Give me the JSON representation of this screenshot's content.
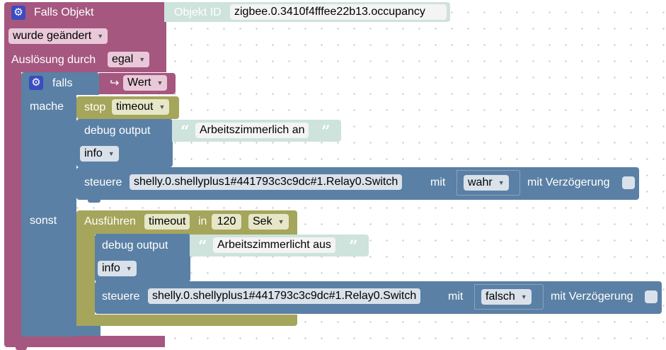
{
  "trigger": {
    "title": "Falls Objekt",
    "object_id_label": "Objekt ID",
    "object_id_value": "zigbee.0.3410f4fffee22b13.occupancy",
    "condition": "wurde geändert",
    "trigger_by_label": "Auslösung durch",
    "trigger_by_value": "egal"
  },
  "if_block": {
    "label": "falls",
    "then_label": "mache",
    "else_label": "sonst",
    "value_icon": "↪",
    "value_label": "Wert"
  },
  "then_branch": {
    "stop_label": "stop",
    "stop_timer": "timeout",
    "debug_label": "debug output",
    "debug_text": "Arbeitszimmerlich an",
    "debug_level": "info",
    "control_label": "steuere",
    "control_object": "shelly.0.shellyplus1#441793c3c9dc#1.Relay0.Switch",
    "with_label": "mit",
    "control_value": "wahr",
    "delay_label": "mit Verzögerung"
  },
  "else_branch": {
    "run_label": "Ausführen",
    "run_timer": "timeout",
    "in_label": "in",
    "delay_value": "120",
    "unit": "Sek",
    "debug_label": "debug output",
    "debug_text": "Arbeitszimmerlicht aus",
    "debug_level": "info",
    "control_label": "steuere",
    "control_object": "shelly.0.shellyplus1#441793c3c9dc#1.Relay0.Switch",
    "with_label": "mit",
    "control_value": "falsch",
    "delay_label": "mit Verzögerung"
  },
  "icons": {
    "gear": "⚙",
    "open_quote": "“",
    "close_quote": "”",
    "dropdown_arrow": "▼"
  },
  "colors": {
    "trigger": "#a5577f",
    "logic": "#5b80a5",
    "timer": "#a5a55b",
    "text": "#cde3db"
  }
}
